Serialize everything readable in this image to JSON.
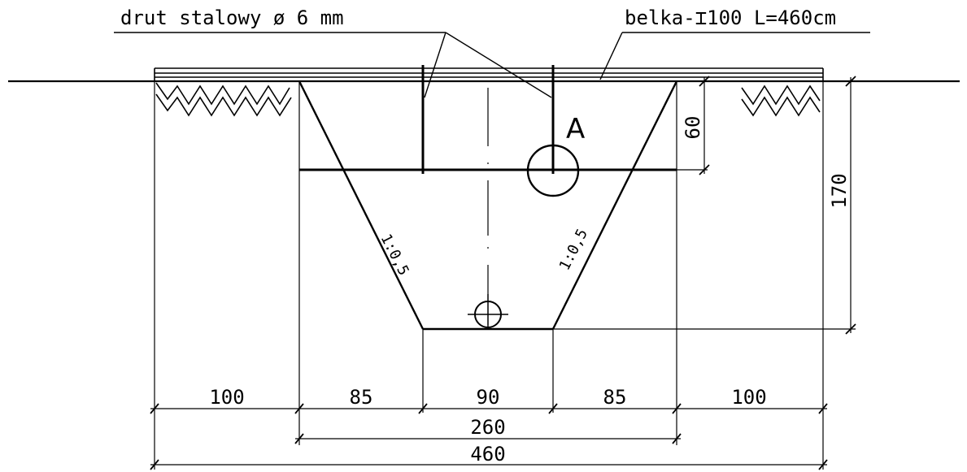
{
  "labels": {
    "wire": "drut stalowy ø 6 mm",
    "beam": "belka-⌶100 L=460cm",
    "section_mark": "A",
    "slope_left": "1:0,5",
    "slope_right": "1:0,5"
  },
  "dimensions": {
    "bottom_segments": [
      "100",
      "85",
      "90",
      "85",
      "100"
    ],
    "total_inner": "260",
    "total_overall": "460",
    "depth_total": "170",
    "depth_upper": "60"
  }
}
